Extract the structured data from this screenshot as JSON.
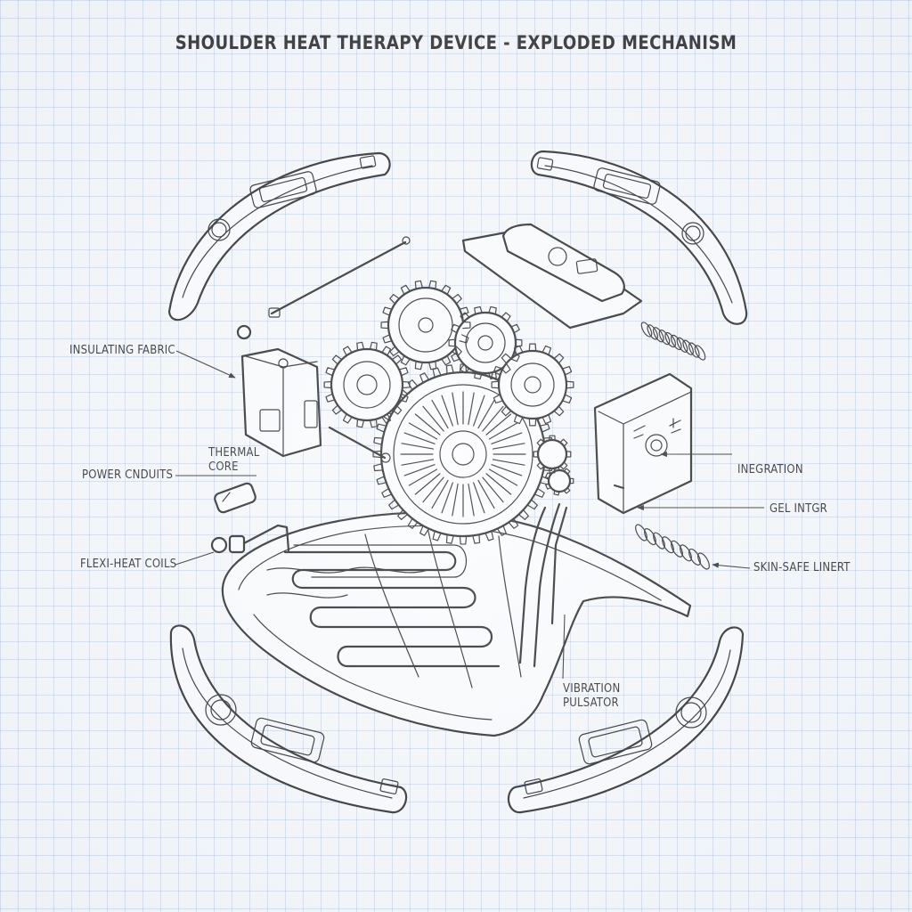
{
  "title": "SHOULDER HEAT THERAPY DEVICE - EXPLODED MECHANISM",
  "labels": {
    "insulating_fabric": "INSULATING FABRIC",
    "thermal_core": "THERMAL\nCORE",
    "power_conduits": "POWER CNDUITS",
    "flexi_heat_coils": "FLEXI-HEAT COILS",
    "integration": "INEGRATION",
    "gel_intgr": "GEL INTGR",
    "skin_safe_liner": "SKIN-SAFE LINERT",
    "vibration_pulsator": "VIBRATION\nPULSATOR"
  },
  "colors": {
    "ink": "#1b1b1b",
    "paper": "#f6f8fb",
    "grid": "#a6b8d6"
  }
}
